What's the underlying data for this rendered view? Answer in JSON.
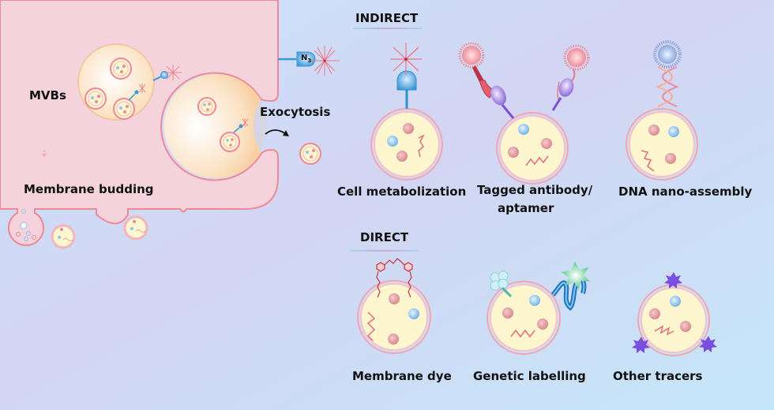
{
  "figure": {
    "sections": {
      "indirect": "INDIRECT",
      "direct": "DIRECT"
    },
    "cell_labels": {
      "mvbs": "MVBs",
      "exocytosis": "Exocytosis",
      "membrane_budding": "Membrane budding",
      "azide": "N",
      "azide_subscript": "3"
    },
    "indirect_methods": [
      {
        "label": "Cell metabolization"
      },
      {
        "label_line1": "Tagged antibody/",
        "label_line2": "aptamer"
      },
      {
        "label": "DNA nano-assembly"
      }
    ],
    "direct_methods": [
      {
        "label": "Membrane dye"
      },
      {
        "label": "Genetic labelling"
      },
      {
        "label": "Other tracers"
      }
    ],
    "colors": {
      "cell_body": "#f4d3dc",
      "membrane": "#f08a9a",
      "vesicle_fill": "#fdf6cf",
      "blue_particle": "#8ec3ec",
      "red_particle": "#e48d94",
      "tracer_purple": "#7a4fe0",
      "bg_left": "#c8e4fa",
      "bg_mid": "#d2d6f2",
      "bg_right": "#c6e6fa"
    }
  }
}
